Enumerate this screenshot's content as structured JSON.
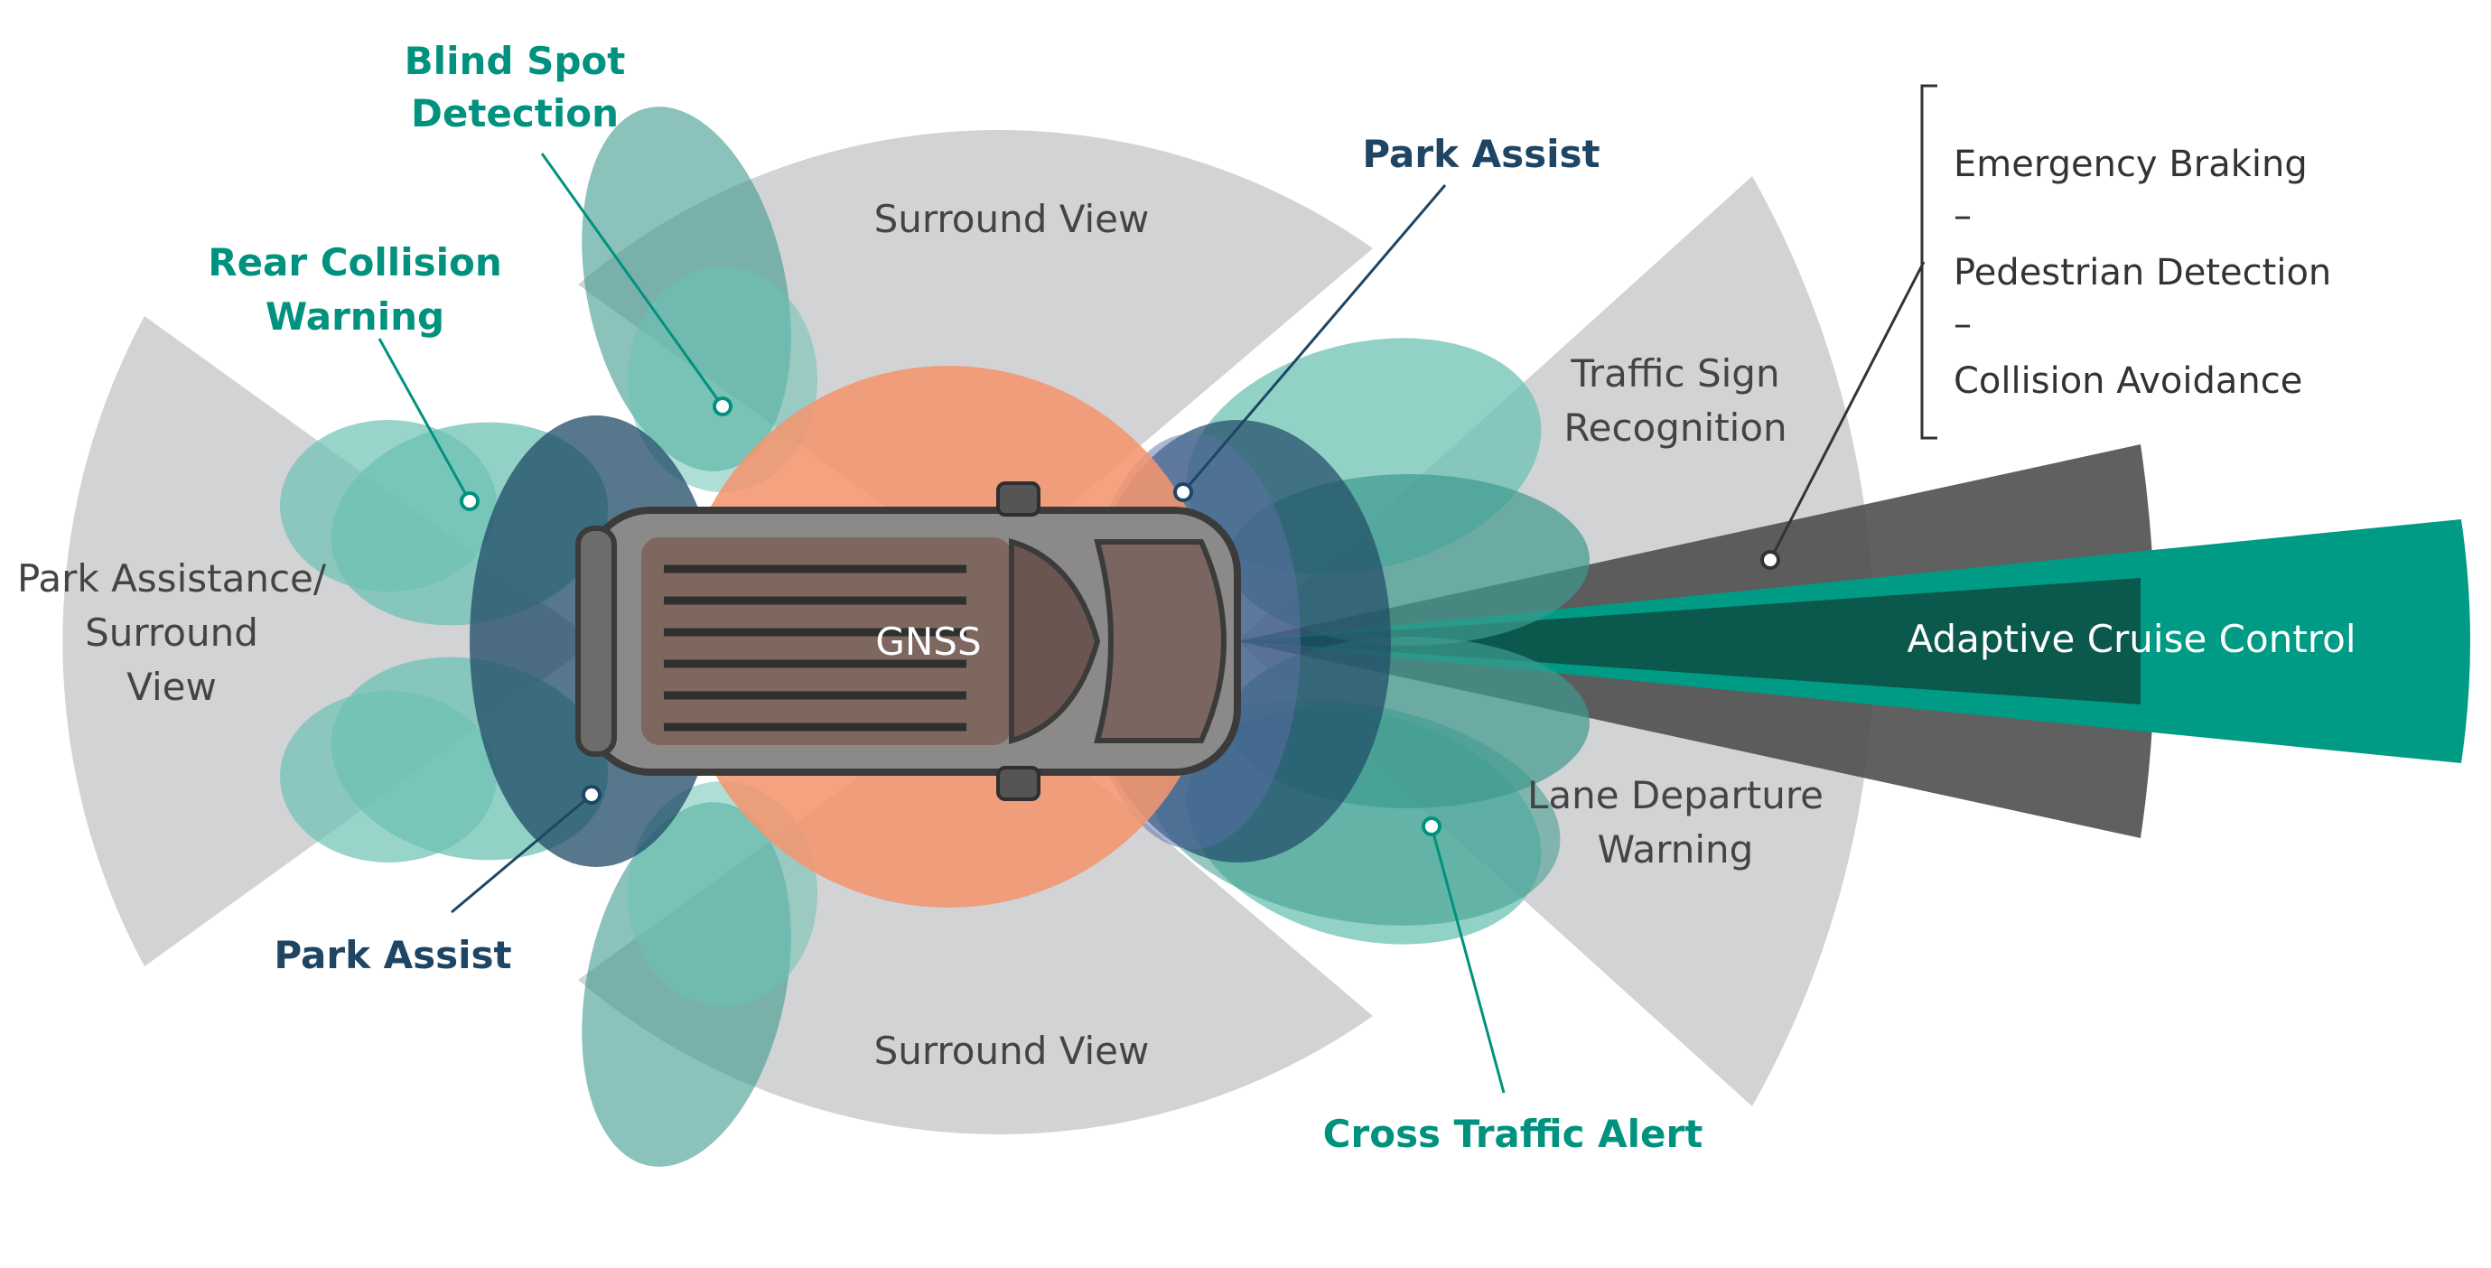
{
  "colors": {
    "gray_zone": "#d2d3d5",
    "teal_light": "#6cc2b3",
    "teal_mid": "#3e9a8e",
    "navy": "#1f4a66",
    "orange": "#f2956e",
    "dark_gray": "#4a4a4a",
    "acc_teal": "#009b84",
    "label_teal": "#00927f",
    "label_navy": "#1e4664",
    "label_gray": "#444444",
    "white": "#ffffff"
  },
  "labels": {
    "blind_spot_1": "Blind Spot",
    "blind_spot_2": "Detection",
    "rear_collision_1": "Rear Collision",
    "rear_collision_2": "Warning",
    "surround_view_top": "Surround View",
    "surround_view_bottom": "Surround View",
    "park_assist_top": "Park Assist",
    "park_assist_bottom": "Park Assist",
    "park_assistance_1": "Park Assistance/",
    "park_assistance_2": "Surround",
    "park_assistance_3": "View",
    "traffic_sign_1": "Traffic Sign",
    "traffic_sign_2": "Recognition",
    "lane_departure_1": "Lane Departure",
    "lane_departure_2": "Warning",
    "cross_traffic": "Cross Traffic Alert",
    "gnss": "GNSS",
    "acc": "Adaptive Cruise Control",
    "emergency_braking": "Emergency Braking",
    "dash_1": "–",
    "pedestrian_detection": "Pedestrian Detection",
    "dash_2": "–",
    "collision_avoidance": "Collision Avoidance"
  }
}
